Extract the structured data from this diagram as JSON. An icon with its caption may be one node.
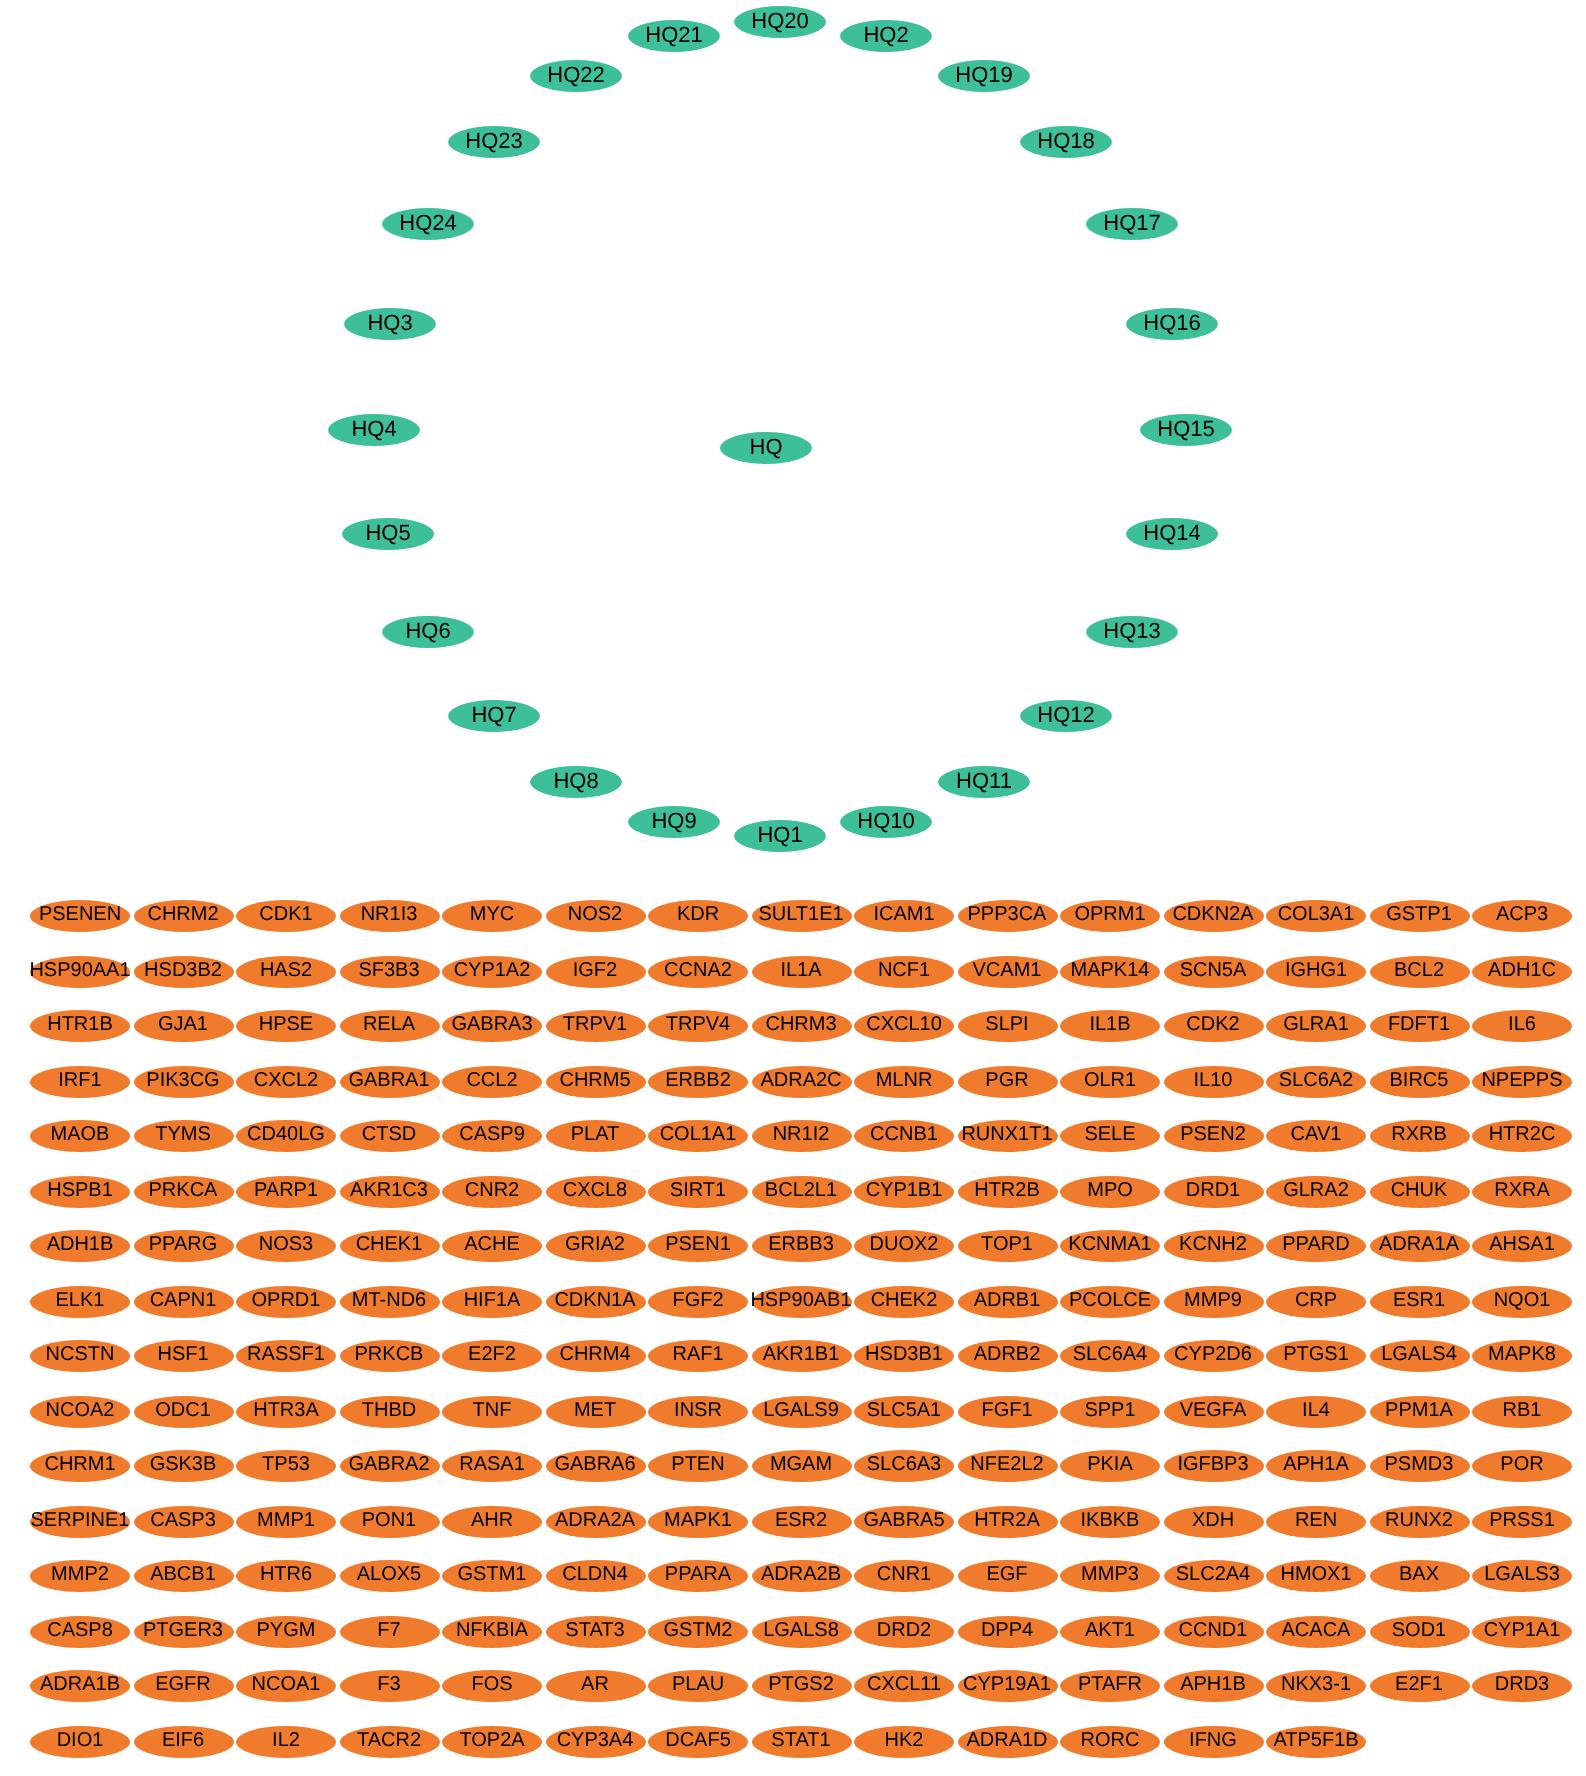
{
  "diagram": {
    "nodes": [
      {
        "text": [
          "HQ21"
        ]
      },
      {
        "text": [
          "HQ20"
        ]
      },
      {
        "text": [
          "HQ2"
        ]
      },
      {
        "text": [
          "HQ22"
        ]
      },
      {
        "text": [
          "HQ19"
        ]
      },
      {
        "text": [
          "HQ23"
        ]
      },
      {
        "text": [
          "HQ18"
        ]
      },
      {
        "text": [
          "HQ24"
        ]
      },
      {
        "text": [
          "HQ17"
        ]
      },
      {
        "text": [
          "HQ3"
        ]
      },
      {
        "text": [
          "HQ16"
        ]
      },
      {
        "text": [
          "HQ4"
        ]
      },
      {
        "text": [
          "HQ15"
        ]
      },
      {
        "text": [
          "HQ"
        ]
      },
      {
        "text": [
          "HQ5"
        ]
      },
      {
        "text": [
          "HQ14"
        ]
      },
      {
        "text": [
          "HQ6"
        ]
      },
      {
        "text": [
          "HQ13"
        ]
      },
      {
        "text": [
          "HQ7"
        ]
      },
      {
        "text": [
          "HQ12"
        ]
      },
      {
        "text": [
          "HQ8"
        ]
      },
      {
        "text": [
          "HQ11"
        ]
      },
      {
        "text": [
          "HQ9"
        ]
      },
      {
        "text": [
          "HQ10"
        ]
      },
      {
        "text": [
          "HQ1"
        ]
      },
      {
        "text": [
          "PSENEN"
        ]
      },
      {
        "text": [
          "CHRM2"
        ]
      },
      {
        "text": [
          "CDK1"
        ]
      },
      {
        "text": [
          "NR1I3"
        ]
      },
      {
        "text": [
          "MYC"
        ]
      },
      {
        "text": [
          "NOS2"
        ]
      },
      {
        "text": [
          "KDR"
        ]
      },
      {
        "text": [
          "SULT1E1"
        ]
      },
      {
        "text": [
          "ICAM1"
        ]
      },
      {
        "text": [
          "PPP3CA"
        ]
      },
      {
        "text": [
          "OPRM1"
        ]
      },
      {
        "text": [
          "CDKN2A"
        ]
      },
      {
        "text": [
          "COL3A1"
        ]
      },
      {
        "text": [
          "GSTP1"
        ]
      },
      {
        "text": [
          "ACP3"
        ]
      },
      {
        "text": [
          "HSP90AA1"
        ]
      },
      {
        "text": [
          "HSD3B2"
        ]
      },
      {
        "text": [
          "HAS2"
        ]
      },
      {
        "text": [
          "SF3B3"
        ]
      },
      {
        "text": [
          "CYP1A2"
        ]
      },
      {
        "text": [
          "IGF2"
        ]
      },
      {
        "text": [
          "CCNA2"
        ]
      },
      {
        "text": [
          "IL1A"
        ]
      },
      {
        "text": [
          "NCF1"
        ]
      },
      {
        "text": [
          "VCAM1"
        ]
      },
      {
        "text": [
          "MAPK14"
        ]
      },
      {
        "text": [
          "SCN5A"
        ]
      },
      {
        "text": [
          "IGHG1"
        ]
      },
      {
        "text": [
          "BCL2"
        ]
      },
      {
        "text": [
          "ADH1C"
        ]
      },
      {
        "text": [
          "HTR1B"
        ]
      },
      {
        "text": [
          "GJA1"
        ]
      },
      {
        "text": [
          "HPSE"
        ]
      },
      {
        "text": [
          "RELA"
        ]
      },
      {
        "text": [
          "GABRA3"
        ]
      },
      {
        "text": [
          "TRPV1"
        ]
      },
      {
        "text": [
          "TRPV4"
        ]
      },
      {
        "text": [
          "CHRM3"
        ]
      },
      {
        "text": [
          "CXCL10"
        ]
      },
      {
        "text": [
          "SLPI"
        ]
      },
      {
        "text": [
          "IL1B"
        ]
      },
      {
        "text": [
          "CDK2"
        ]
      },
      {
        "text": [
          "GLRA1"
        ]
      },
      {
        "text": [
          "FDFT1"
        ]
      },
      {
        "text": [
          "IL6"
        ]
      },
      {
        "text": [
          "IRF1"
        ]
      },
      {
        "text": [
          "PIK3CG"
        ]
      },
      {
        "text": [
          "CXCL2"
        ]
      },
      {
        "text": [
          "GABRA1"
        ]
      },
      {
        "text": [
          "CCL2"
        ]
      },
      {
        "text": [
          "CHRM5"
        ]
      },
      {
        "text": [
          "ERBB2"
        ]
      },
      {
        "text": [
          "ADRA2C"
        ]
      },
      {
        "text": [
          "MLNR"
        ]
      },
      {
        "text": [
          "PGR"
        ]
      },
      {
        "text": [
          "OLR1"
        ]
      },
      {
        "text": [
          "IL10"
        ]
      },
      {
        "text": [
          "SLC6A2"
        ]
      },
      {
        "text": [
          "BIRC5"
        ]
      },
      {
        "text": [
          "NPEPPS"
        ]
      },
      {
        "text": [
          "MAOB"
        ]
      },
      {
        "text": [
          "TYMS"
        ]
      },
      {
        "text": [
          "CD40LG"
        ]
      },
      {
        "text": [
          "CTSD"
        ]
      },
      {
        "text": [
          "CASP9"
        ]
      },
      {
        "text": [
          "PLAT"
        ]
      },
      {
        "text": [
          "COL1A1"
        ]
      },
      {
        "text": [
          "NR1I2"
        ]
      },
      {
        "text": [
          "CCNB1"
        ]
      },
      {
        "text": [
          "RUNX1T1"
        ]
      },
      {
        "text": [
          "SELE"
        ]
      },
      {
        "text": [
          "PSEN2"
        ]
      },
      {
        "text": [
          "CAV1"
        ]
      },
      {
        "text": [
          "RXRB"
        ]
      },
      {
        "text": [
          "HTR2C"
        ]
      },
      {
        "text": [
          "HSPB1"
        ]
      },
      {
        "text": [
          "PRKCA"
        ]
      },
      {
        "text": [
          "PARP1"
        ]
      },
      {
        "text": [
          "AKR1C3"
        ]
      },
      {
        "text": [
          "CNR2"
        ]
      },
      {
        "text": [
          "CXCL8"
        ]
      },
      {
        "text": [
          "SIRT1"
        ]
      },
      {
        "text": [
          "BCL2L1"
        ]
      },
      {
        "text": [
          "CYP1B1"
        ]
      },
      {
        "text": [
          "HTR2B"
        ]
      },
      {
        "text": [
          "MPO"
        ]
      },
      {
        "text": [
          "DRD1"
        ]
      },
      {
        "text": [
          "GLRA2"
        ]
      },
      {
        "text": [
          "CHUK"
        ]
      },
      {
        "text": [
          "RXRA"
        ]
      },
      {
        "text": [
          "ADH1B"
        ]
      },
      {
        "text": [
          "PPARG"
        ]
      },
      {
        "text": [
          "NOS3"
        ]
      },
      {
        "text": [
          "CHEK1"
        ]
      },
      {
        "text": [
          "ACHE"
        ]
      },
      {
        "text": [
          "GRIA2"
        ]
      },
      {
        "text": [
          "PSEN1"
        ]
      },
      {
        "text": [
          "ERBB3"
        ]
      },
      {
        "text": [
          "DUOX2"
        ]
      },
      {
        "text": [
          "TOP1"
        ]
      },
      {
        "text": [
          "KCNMA1"
        ]
      },
      {
        "text": [
          "KCNH2"
        ]
      },
      {
        "text": [
          "PPARD"
        ]
      },
      {
        "text": [
          "ADRA1A"
        ]
      },
      {
        "text": [
          "AHSA1"
        ]
      },
      {
        "text": [
          "ELK1"
        ]
      },
      {
        "text": [
          "CAPN1"
        ]
      },
      {
        "text": [
          "OPRD1"
        ]
      },
      {
        "text": [
          "MT-ND6"
        ]
      },
      {
        "text": [
          "HIF1A"
        ]
      },
      {
        "text": [
          "CDKN1A"
        ]
      },
      {
        "text": [
          "FGF2"
        ]
      },
      {
        "text": [
          "HSP90AB1"
        ]
      },
      {
        "text": [
          "CHEK2"
        ]
      },
      {
        "text": [
          "ADRB1"
        ]
      },
      {
        "text": [
          "PCOLCE"
        ]
      },
      {
        "text": [
          "MMP9"
        ]
      },
      {
        "text": [
          "CRP"
        ]
      },
      {
        "text": [
          "ESR1"
        ]
      },
      {
        "text": [
          "NQO1"
        ]
      },
      {
        "text": [
          "NCSTN"
        ]
      },
      {
        "text": [
          "HSF1"
        ]
      },
      {
        "text": [
          "RASSF1"
        ]
      },
      {
        "text": [
          "PRKCB"
        ]
      },
      {
        "text": [
          "E2F2"
        ]
      },
      {
        "text": [
          "CHRM4"
        ]
      },
      {
        "text": [
          "RAF1"
        ]
      },
      {
        "text": [
          "AKR1B1"
        ]
      },
      {
        "text": [
          "HSD3B1"
        ]
      },
      {
        "text": [
          "ADRB2"
        ]
      },
      {
        "text": [
          "SLC6A4"
        ]
      },
      {
        "text": [
          "CYP2D6"
        ]
      },
      {
        "text": [
          "PTGS1"
        ]
      },
      {
        "text": [
          "LGALS4"
        ]
      },
      {
        "text": [
          "MAPK8"
        ]
      },
      {
        "text": [
          "NCOA2"
        ]
      },
      {
        "text": [
          "ODC1"
        ]
      },
      {
        "text": [
          "HTR3A"
        ]
      },
      {
        "text": [
          "THBD"
        ]
      },
      {
        "text": [
          "TNF"
        ]
      },
      {
        "text": [
          "MET"
        ]
      },
      {
        "text": [
          "INSR"
        ]
      },
      {
        "text": [
          "LGALS9"
        ]
      },
      {
        "text": [
          "SLC5A1"
        ]
      },
      {
        "text": [
          "FGF1"
        ]
      },
      {
        "text": [
          "SPP1"
        ]
      },
      {
        "text": [
          "VEGFA"
        ]
      },
      {
        "text": [
          "IL4"
        ]
      },
      {
        "text": [
          "PPM1A"
        ]
      },
      {
        "text": [
          "RB1"
        ]
      },
      {
        "text": [
          "CHRM1"
        ]
      },
      {
        "text": [
          "GSK3B"
        ]
      },
      {
        "text": [
          "TP53"
        ]
      },
      {
        "text": [
          "GABRA2"
        ]
      },
      {
        "text": [
          "RASA1"
        ]
      },
      {
        "text": [
          "GABRA6"
        ]
      },
      {
        "text": [
          "PTEN"
        ]
      },
      {
        "text": [
          "MGAM"
        ]
      },
      {
        "text": [
          "SLC6A3"
        ]
      },
      {
        "text": [
          "NFE2L2"
        ]
      },
      {
        "text": [
          "PKIA"
        ]
      },
      {
        "text": [
          "IGFBP3"
        ]
      },
      {
        "text": [
          "APH1A"
        ]
      },
      {
        "text": [
          "PSMD3"
        ]
      },
      {
        "text": [
          "POR"
        ]
      },
      {
        "text": [
          "SERPINE1"
        ]
      },
      {
        "text": [
          "CASP3"
        ]
      },
      {
        "text": [
          "MMP1"
        ]
      },
      {
        "text": [
          "PON1"
        ]
      },
      {
        "text": [
          "AHR"
        ]
      },
      {
        "text": [
          "ADRA2A"
        ]
      },
      {
        "text": [
          "MAPK1"
        ]
      },
      {
        "text": [
          "ESR2"
        ]
      },
      {
        "text": [
          "GABRA5"
        ]
      },
      {
        "text": [
          "HTR2A"
        ]
      },
      {
        "text": [
          "IKBKB"
        ]
      },
      {
        "text": [
          "XDH"
        ]
      },
      {
        "text": [
          "REN"
        ]
      },
      {
        "text": [
          "RUNX2"
        ]
      },
      {
        "text": [
          "PRSS1"
        ]
      },
      {
        "text": [
          "MMP2"
        ]
      },
      {
        "text": [
          "ABCB1"
        ]
      },
      {
        "text": [
          "HTR6"
        ]
      },
      {
        "text": [
          "ALOX5"
        ]
      },
      {
        "text": [
          "GSTM1"
        ]
      },
      {
        "text": [
          "CLDN4"
        ]
      },
      {
        "text": [
          "PPARA"
        ]
      },
      {
        "text": [
          "ADRA2B"
        ]
      },
      {
        "text": [
          "CNR1"
        ]
      },
      {
        "text": [
          "EGF"
        ]
      },
      {
        "text": [
          "MMP3"
        ]
      },
      {
        "text": [
          "SLC2A4"
        ]
      },
      {
        "text": [
          "HMOX1"
        ]
      },
      {
        "text": [
          "BAX"
        ]
      },
      {
        "text": [
          "LGALS3"
        ]
      },
      {
        "text": [
          "CASP8"
        ]
      },
      {
        "text": [
          "PTGER3"
        ]
      },
      {
        "text": [
          "PYGM"
        ]
      },
      {
        "text": [
          "F7"
        ]
      },
      {
        "text": [
          "NFKBIA"
        ]
      },
      {
        "text": [
          "STAT3"
        ]
      },
      {
        "text": [
          "GSTM2"
        ]
      },
      {
        "text": [
          "LGALS8"
        ]
      },
      {
        "text": [
          "DRD2"
        ]
      },
      {
        "text": [
          "DPP4"
        ]
      },
      {
        "text": [
          "AKT1"
        ]
      },
      {
        "text": [
          "CCND1"
        ]
      },
      {
        "text": [
          "ACACA"
        ]
      },
      {
        "text": [
          "SOD1"
        ]
      },
      {
        "text": [
          "CYP1A1"
        ]
      },
      {
        "text": [
          "ADRA1B"
        ]
      },
      {
        "text": [
          "EGFR"
        ]
      },
      {
        "text": [
          "NCOA1"
        ]
      },
      {
        "text": [
          "F3"
        ]
      },
      {
        "text": [
          "FOS"
        ]
      },
      {
        "text": [
          "AR"
        ]
      },
      {
        "text": [
          "PLAU"
        ]
      },
      {
        "text": [
          "PTGS2"
        ]
      },
      {
        "text": [
          "CXCL11"
        ]
      },
      {
        "text": [
          "CYP19A1"
        ]
      },
      {
        "text": [
          "PTAFR"
        ]
      },
      {
        "text": [
          "APH1B"
        ]
      },
      {
        "text": [
          "NKX3-1"
        ]
      },
      {
        "text": [
          "E2F1"
        ]
      },
      {
        "text": [
          "DRD3"
        ]
      },
      {
        "text": [
          "DIO1"
        ]
      },
      {
        "text": [
          "EIF6"
        ]
      },
      {
        "text": [
          "IL2"
        ]
      },
      {
        "text": [
          "TACR2"
        ]
      },
      {
        "text": [
          "TOP2A"
        ]
      },
      {
        "text": [
          "CYP3A4"
        ]
      },
      {
        "text": [
          "DCAF5"
        ]
      },
      {
        "text": [
          "STAT1"
        ]
      },
      {
        "text": [
          "HK2"
        ]
      },
      {
        "text": [
          "ADRA1D"
        ]
      },
      {
        "text": [
          "RORC"
        ]
      },
      {
        "text": [
          "IFNG"
        ]
      },
      {
        "text": [
          "ATP5F1B"
        ]
      }
    ]
  }
}
